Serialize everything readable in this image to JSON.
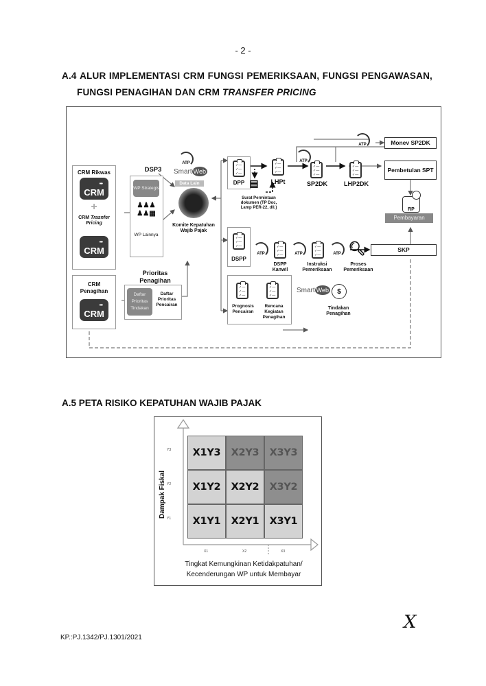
{
  "page": {
    "page_number": "- 2 -",
    "footer_code": "KP.:PJ.1342/PJ.1301/2021",
    "signature_mark": "X"
  },
  "section_a4": {
    "title_line1_words": [
      "A.4",
      "ALUR",
      "IMPLEMENTASI",
      "CRM",
      "FUNGSI",
      "PEMERIKSAAN,",
      "FUNGSI",
      "PENGAWASAN,"
    ],
    "title_line2_normal": "FUNGSI PENAGIHAN DAN CRM ",
    "title_line2_italic": "TRANSFER PRICING"
  },
  "diagram": {
    "crm_rikwas": "CRM Rikwas",
    "crm_logo": "CRM",
    "plus_icon": "+",
    "crm_transfer_pricing_bold": "CRM ",
    "crm_transfer_pricing_italic": "Trasnfer Pricing",
    "dsp3_title": "DSP3",
    "wp_strategis": "WP Strategis",
    "wp_lainnya": "WP Lainnya",
    "atp": "ATP",
    "smartweb_smart": "Smart",
    "smartweb_web": "Web",
    "data_lain": "Data Lain",
    "komite": "Komite Kepatuhan Wajib Pajak",
    "crm_penagihan": "CRM Penagihan",
    "prioritas_penagihan": "Prioritas Penagihan",
    "daftar_prioritas_tindakan": "Daftar Prioritas Tindakan",
    "daftar_prioritas_pencairan": "Daftar Prioritas Pencairan",
    "dpp": "DPP",
    "lhpt": "LHPt",
    "sp2dk": "SP2DK",
    "lhp2dk": "LHP2DK",
    "surat_permintaan": "Surat Permintaan dokumen (TP Doc, Lamp PER-22, dll.)",
    "monev_sp2dk": "Monev SP2DK",
    "pembetulan_spt": "Pembetulan SPT",
    "rp": "RP",
    "pembayaran": "Pembayaran",
    "dspp": "DSPP",
    "dspp_kanwil": "DSPP Kanwil",
    "instruksi_pemeriksaan": "Instruksi Pemeriksaan",
    "proses_pemeriksaan": "Proses Pemeriksaan",
    "skp": "SKP",
    "prognosis_pencairan": "Prognosis Pencairan",
    "rencana_kegiatan": "Rencana Kegiatan Penagihan",
    "tindakan_penagihan": "Tindakan Penagihan",
    "coin_icon": "$"
  },
  "section_a5": {
    "title": "A.5 PETA RISIKO KEPATUHAN WAJIB PAJAK"
  },
  "chart_data": {
    "type": "heatmap",
    "title": "",
    "xlabel": "Tingkat Kemungkinan Ketidakpatuhan/ Kecenderungan WP untuk Membayar",
    "ylabel": "Dampak Fiskal",
    "x_categories": [
      "X1",
      "X2",
      "X3"
    ],
    "y_categories": [
      "Y1",
      "Y2",
      "Y3"
    ],
    "cells": [
      {
        "x": "X1",
        "y": "Y3",
        "label": "X1Y3",
        "level": "low",
        "color": "#d3d3d3"
      },
      {
        "x": "X2",
        "y": "Y3",
        "label": "X2Y3",
        "level": "high",
        "color": "#8e8e8e"
      },
      {
        "x": "X3",
        "y": "Y3",
        "label": "X3Y3",
        "level": "high",
        "color": "#8e8e8e"
      },
      {
        "x": "X1",
        "y": "Y2",
        "label": "X1Y2",
        "level": "low",
        "color": "#d3d3d3"
      },
      {
        "x": "X2",
        "y": "Y2",
        "label": "X2Y2",
        "level": "low",
        "color": "#d3d3d3"
      },
      {
        "x": "X3",
        "y": "Y2",
        "label": "X3Y2",
        "level": "high",
        "color": "#8e8e8e"
      },
      {
        "x": "X1",
        "y": "Y1",
        "label": "X1Y1",
        "level": "low",
        "color": "#d3d3d3"
      },
      {
        "x": "X2",
        "y": "Y1",
        "label": "X2Y1",
        "level": "low",
        "color": "#d3d3d3"
      },
      {
        "x": "X3",
        "y": "Y1",
        "label": "X3Y1",
        "level": "low",
        "color": "#d3d3d3"
      }
    ],
    "xlabel_line1": "Tingkat Kemungkinan Ketidakpatuhan/",
    "xlabel_line2": "Kecenderungan WP untuk Membayar",
    "grid": true,
    "legend": "none"
  }
}
